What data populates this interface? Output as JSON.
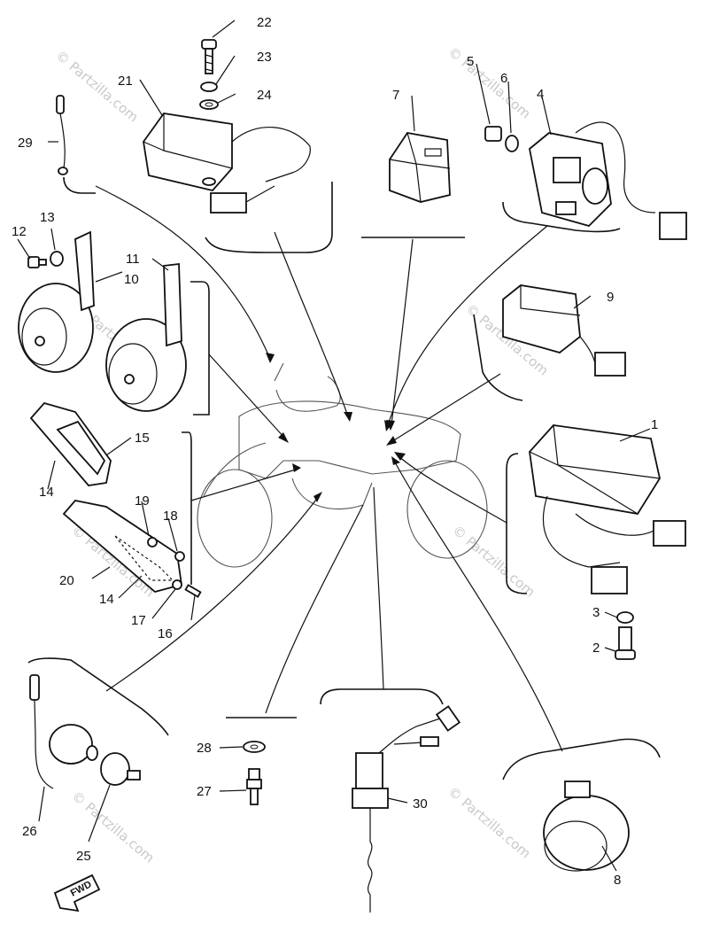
{
  "callouts": [
    {
      "id": "1",
      "text": "1"
    },
    {
      "id": "2",
      "text": "2"
    },
    {
      "id": "3",
      "text": "3"
    },
    {
      "id": "4",
      "text": "4"
    },
    {
      "id": "5",
      "text": "5"
    },
    {
      "id": "6",
      "text": "6"
    },
    {
      "id": "7",
      "text": "7"
    },
    {
      "id": "8",
      "text": "8"
    },
    {
      "id": "9",
      "text": "9"
    },
    {
      "id": "10",
      "text": "10"
    },
    {
      "id": "11",
      "text": "11"
    },
    {
      "id": "12",
      "text": "12"
    },
    {
      "id": "13",
      "text": "13"
    },
    {
      "id": "14a",
      "text": "14"
    },
    {
      "id": "14b",
      "text": "14"
    },
    {
      "id": "15",
      "text": "15"
    },
    {
      "id": "16",
      "text": "16"
    },
    {
      "id": "17",
      "text": "17"
    },
    {
      "id": "18",
      "text": "18"
    },
    {
      "id": "19",
      "text": "19"
    },
    {
      "id": "20",
      "text": "20"
    },
    {
      "id": "21",
      "text": "21"
    },
    {
      "id": "22",
      "text": "22"
    },
    {
      "id": "23",
      "text": "23"
    },
    {
      "id": "24",
      "text": "24"
    },
    {
      "id": "25",
      "text": "25"
    },
    {
      "id": "26",
      "text": "26"
    },
    {
      "id": "27",
      "text": "27"
    },
    {
      "id": "28",
      "text": "28"
    },
    {
      "id": "29",
      "text": "29"
    },
    {
      "id": "30",
      "text": "30"
    }
  ],
  "direction_badge": "FWD",
  "watermark": "© Partzilla.com"
}
